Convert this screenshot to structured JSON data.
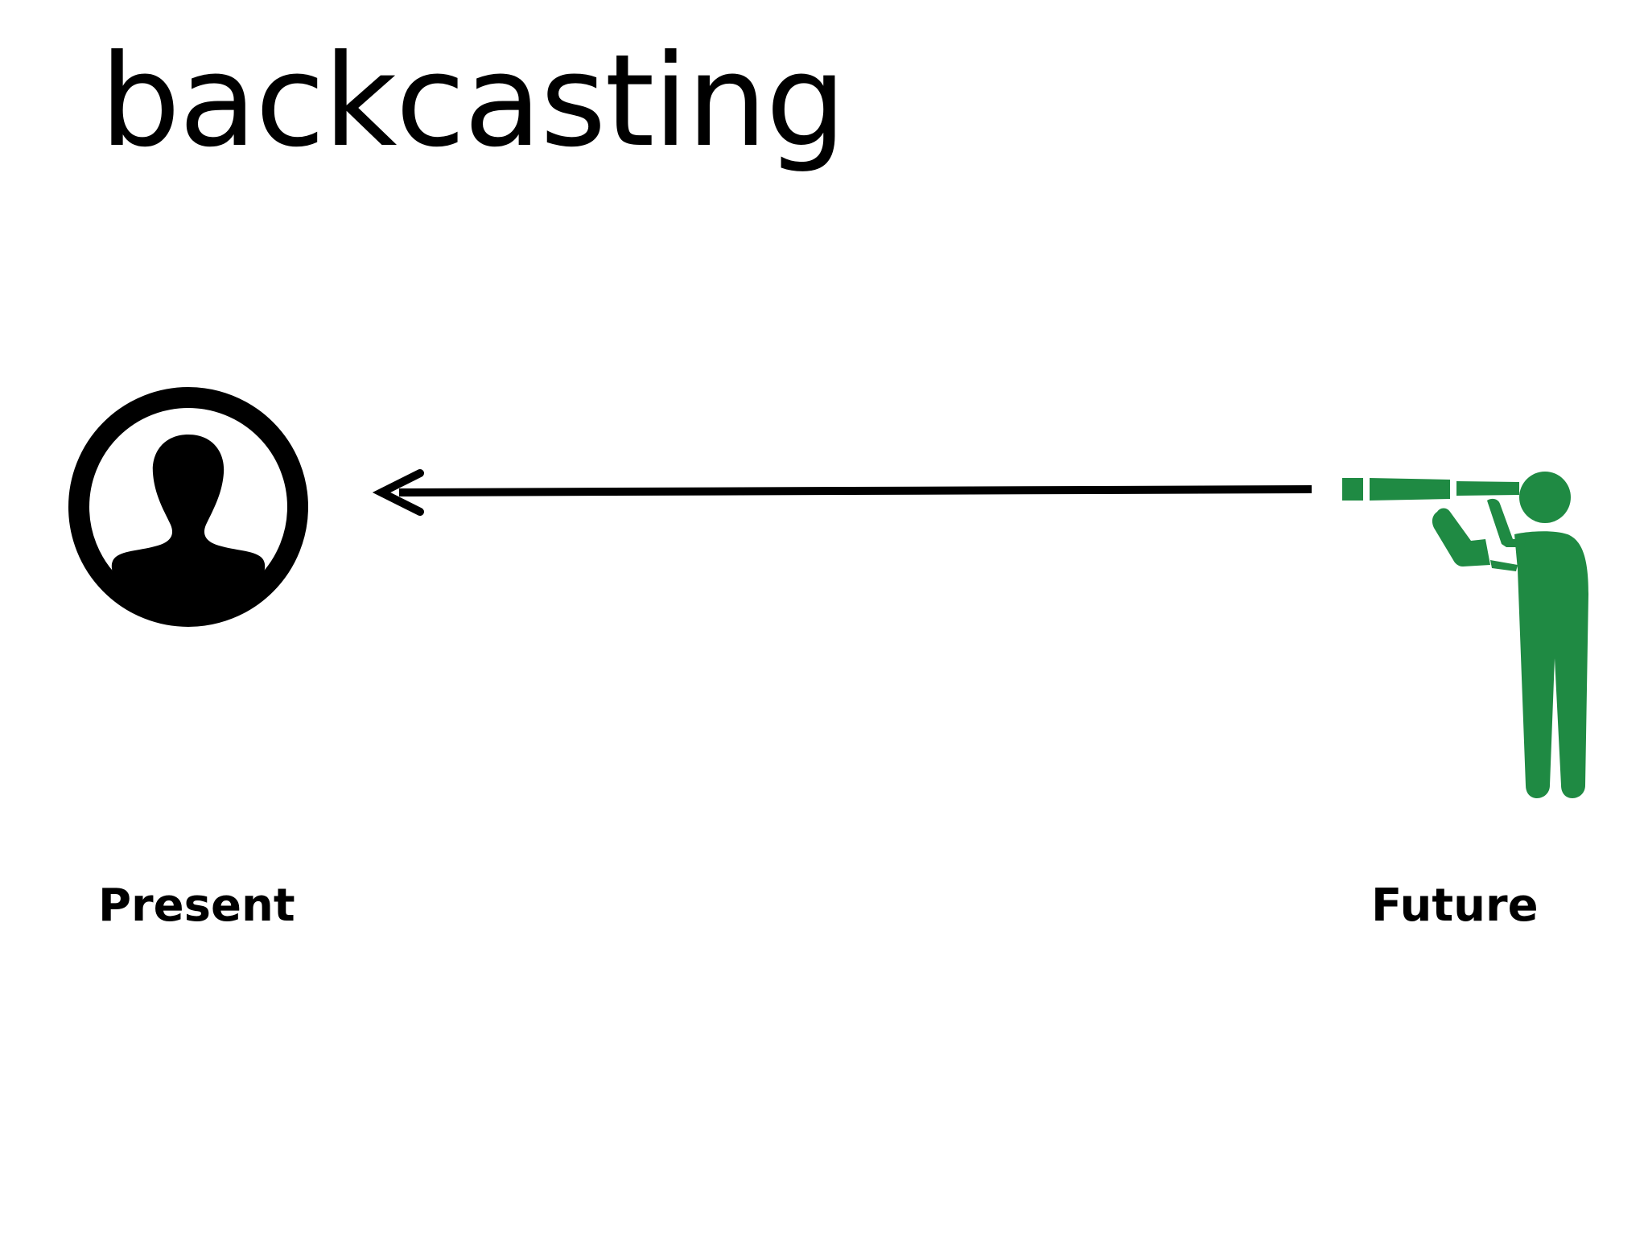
{
  "diagram": {
    "title": "backcasting",
    "nodes": {
      "present": {
        "label": "Present",
        "icon": "person-circle-icon"
      },
      "future": {
        "label": "Future",
        "icon": "person-telescope-icon"
      }
    },
    "edges": [
      {
        "from": "future",
        "to": "present",
        "direction": "right-to-left"
      }
    ]
  },
  "colors": {
    "text": "#000000",
    "present_icon": "#000000",
    "future_icon": "#1f8a43",
    "arrow": "#000000",
    "background": "#ffffff"
  }
}
